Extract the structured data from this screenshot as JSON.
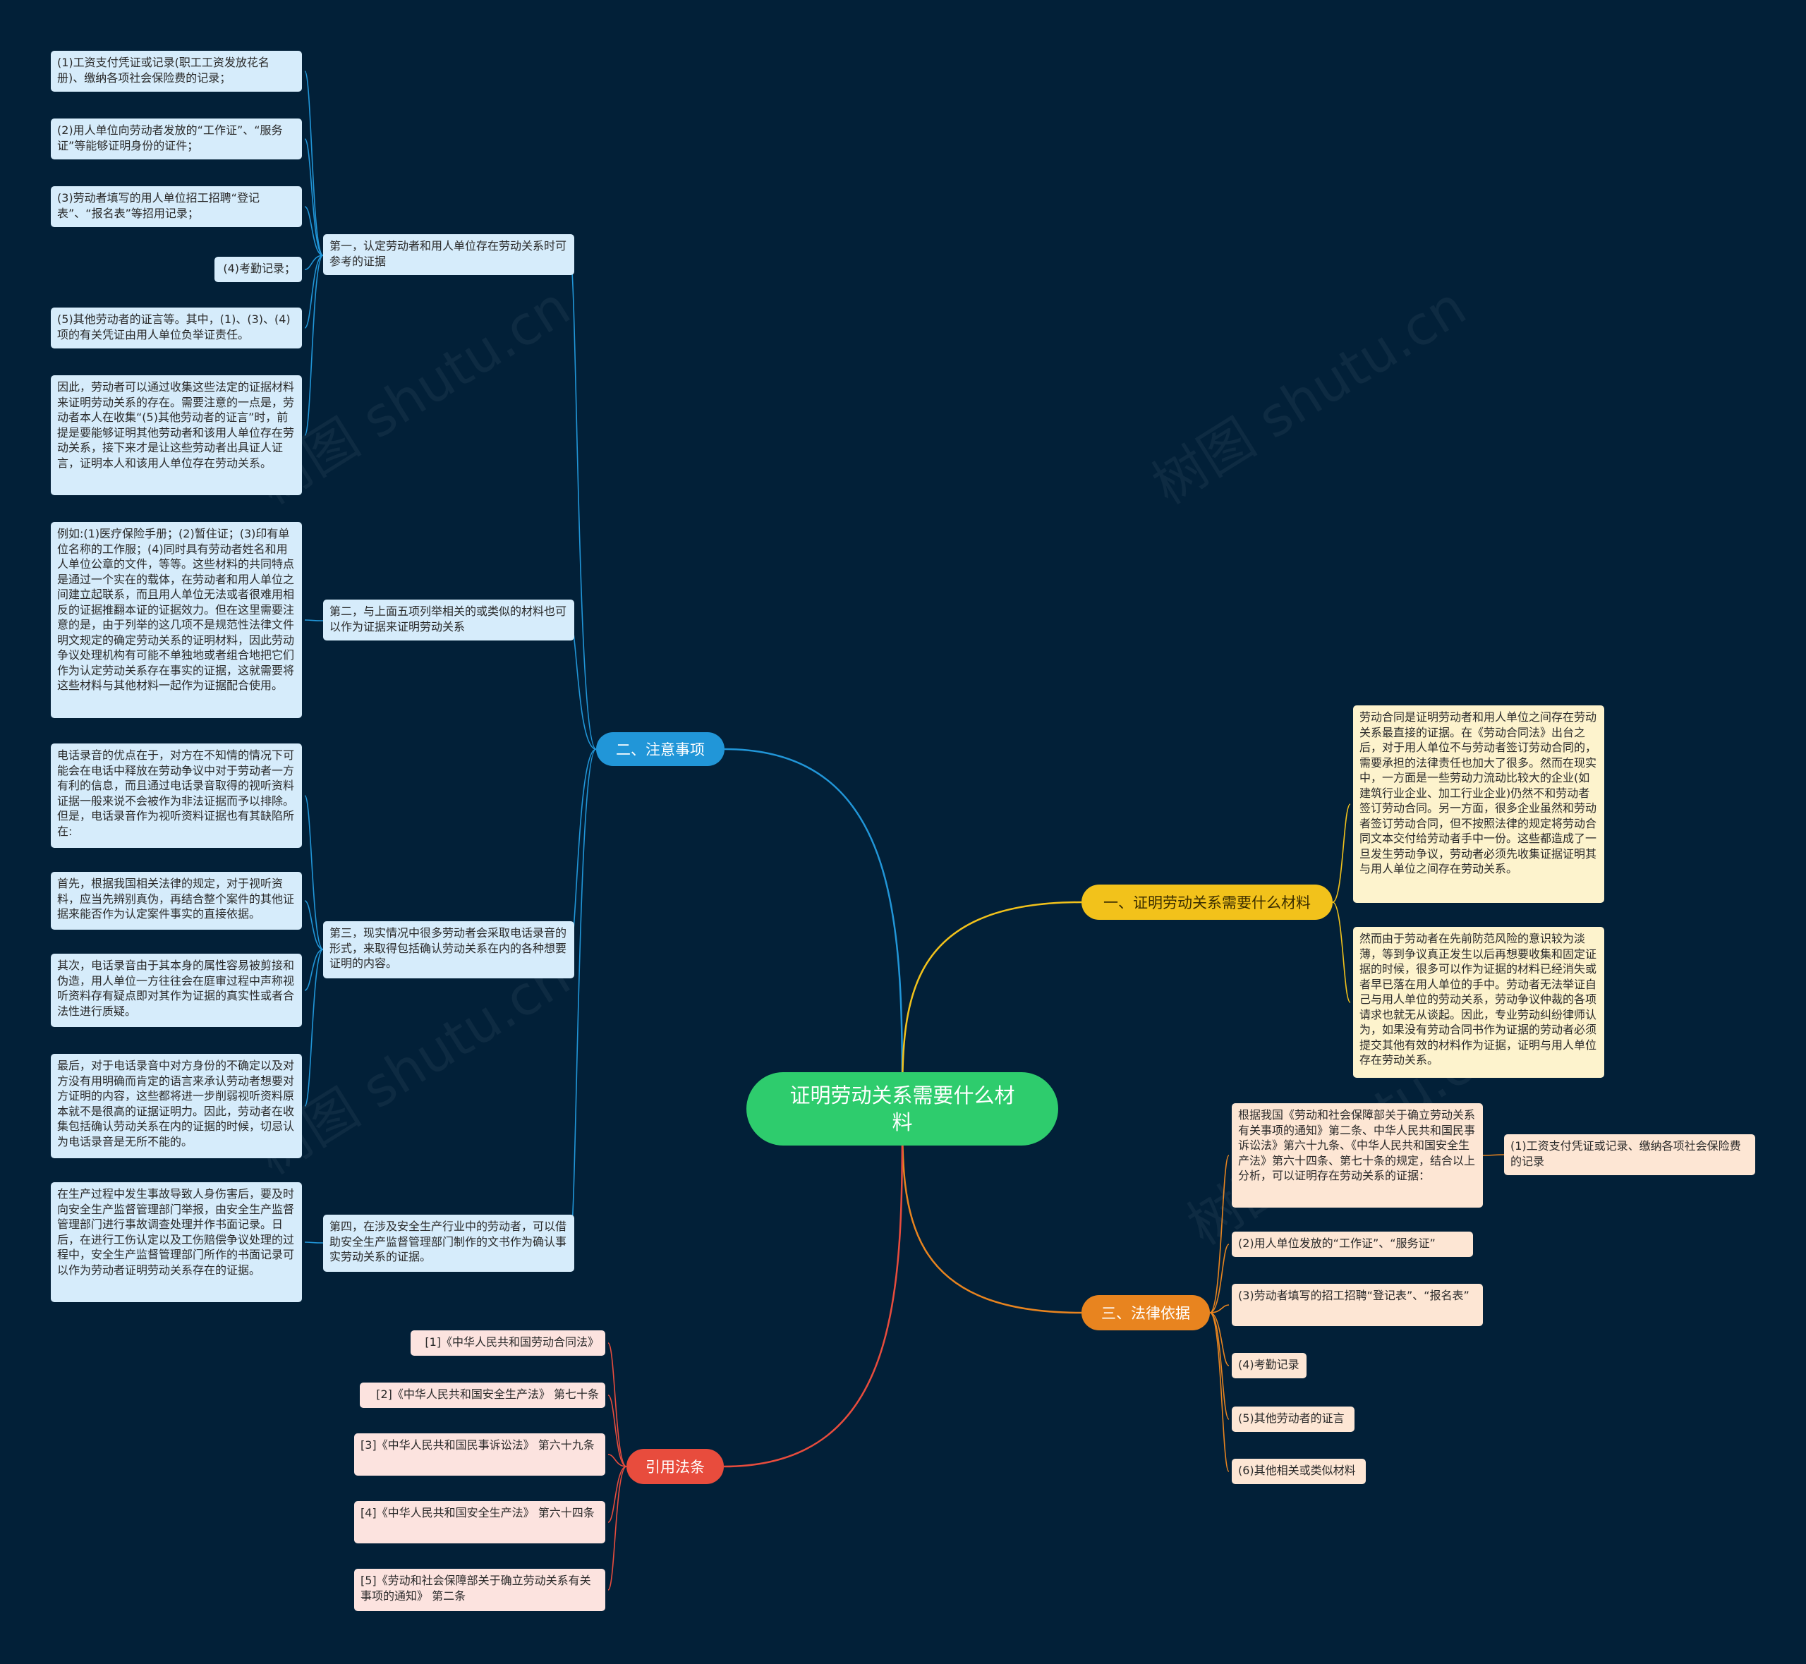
{
  "watermark": "树图 shutu.cn",
  "colors": {
    "background": "#022038",
    "blue": "#2196d8",
    "yellow": "#f2c21b",
    "orange": "#e8841f",
    "red": "#e84c3d",
    "root": "#2ecc6d"
  },
  "root": {
    "label": "证明劳动关系需要什么材料"
  },
  "branches": {
    "b1": {
      "label": "一、证明劳动关系需要什么材料",
      "items": [
        "劳动合同是证明劳动者和用人单位之间存在劳动关系最直接的证据。在《劳动合同法》出台之后，对于用人单位不与劳动者签订劳动合同的，需要承担的法律责任也加大了很多。然而在现实中，一方面是一些劳动力流动比较大的企业(如建筑行业企业、加工行业企业)仍然不和劳动者签订劳动合同。另一方面，很多企业虽然和劳动者签订劳动合同，但不按照法律的规定将劳动合同文本交付给劳动者手中一份。这些都造成了一旦发生劳动争议，劳动者必须先收集证据证明其与用人单位之间存在劳动关系。",
        "然而由于劳动者在先前防范风险的意识较为淡薄，等到争议真正发生以后再想要收集和固定证据的时候，很多可以作为证据的材料已经消失或者早已落在用人单位的手中。劳动者无法举证自己与用人单位的劳动关系，劳动争议仲裁的各项请求也就无从谈起。因此，专业劳动纠纷律师认为，如果没有劳动合同书作为证据的劳动者必须提交其他有效的材料作为证据，证明与用人单位存在劳动关系。"
      ]
    },
    "b2": {
      "label": "二、注意事项",
      "subs": [
        {
          "label": "第一，认定劳动者和用人单位存在劳动关系时可参考的证据",
          "items": [
            "(1)工资支付凭证或记录(职工工资发放花名册)、缴纳各项社会保险费的记录；",
            "(2)用人单位向劳动者发放的“工作证”、“服务证”等能够证明身份的证件；",
            "(3)劳动者填写的用人单位招工招聘“登记表”、“报名表”等招用记录；",
            "(4)考勤记录；",
            "(5)其他劳动者的证言等。其中，(1)、(3)、(4)项的有关凭证由用人单位负举证责任。",
            "因此，劳动者可以通过收集这些法定的证据材料来证明劳动关系的存在。需要注意的一点是，劳动者本人在收集“(5)其他劳动者的证言”时，前提是要能够证明其他劳动者和该用人单位存在劳动关系，接下来才是让这些劳动者出具证人证言，证明本人和该用人单位存在劳动关系。"
          ]
        },
        {
          "label": "第二，与上面五项列举相关的或类似的材料也可以作为证据来证明劳动关系",
          "items": [
            "例如:(1)医疗保险手册；(2)暂住证；(3)印有单位名称的工作服；(4)同时具有劳动者姓名和用人单位公章的文件，等等。这些材料的共同特点是通过一个实在的载体，在劳动者和用人单位之间建立起联系，而且用人单位无法或者很难用相反的证据推翻本证的证据效力。但在这里需要注意的是，由于列举的这几项不是规范性法律文件明文规定的确定劳动关系的证明材料，因此劳动争议处理机构有可能不单独地或者组合地把它们作为认定劳动关系存在事实的证据，这就需要将这些材料与其他材料一起作为证据配合使用。"
          ]
        },
        {
          "label": "第三，现实情况中很多劳动者会采取电话录音的形式，来取得包括确认劳动关系在内的各种想要证明的内容。",
          "items": [
            "电话录音的优点在于，对方在不知情的情况下可能会在电话中释放在劳动争议中对于劳动者一方有利的信息，而且通过电话录音取得的视听资料证据一般来说不会被作为非法证据而予以排除。但是，电话录音作为视听资料证据也有其缺陷所在:",
            "首先，根据我国相关法律的规定，对于视听资料，应当先辨别真伪，再结合整个案件的其他证据来能否作为认定案件事实的直接依据。",
            "其次，电话录音由于其本身的属性容易被剪接和伪造，用人单位一方往往会在庭审过程中声称视听资料存有疑点即对其作为证据的真实性或者合法性进行质疑。",
            "最后，对于电话录音中对方身份的不确定以及对方没有用明确而肯定的语言来承认劳动者想要对方证明的内容，这些都将进一步削弱视听资料原本就不是很高的证据证明力。因此，劳动者在收集包括确认劳动关系在内的证据的时候，切忌认为电话录音是无所不能的。"
          ]
        },
        {
          "label": "第四，在涉及安全生产行业中的劳动者，可以借助安全生产监督管理部门制作的文书作为确认事实劳动关系的证据。",
          "items": [
            "在生产过程中发生事故导致人身伤害后，要及时向安全生产监督管理部门举报，由安全生产监督管理部门进行事故调查处理并作书面记录。日后，在进行工伤认定以及工伤赔偿争议处理的过程中，安全生产监督管理部门所作的书面记录可以作为劳动者证明劳动关系存在的证据。"
          ]
        }
      ]
    },
    "b3": {
      "label": "三、法律依据",
      "intro": "根据我国《劳动和社会保障部关于确立劳动关系有关事项的通知》第二条、中华人民共和国民事诉讼法》第六十九条、《中华人民共和国安全生产法》第六十四条、第七十条的规定，结合以上分析，可以证明存在劳动关系的证据：",
      "intro_child": "(1)工资支付凭证或记录、缴纳各项社会保险费的记录",
      "items": [
        "(2)用人单位发放的“工作证”、“服务证”",
        "(3)劳动者填写的招工招聘“登记表”、“报名表”",
        "(4)考勤记录",
        "(5)其他劳动者的证言",
        "(6)其他相关或类似材料"
      ]
    },
    "b4": {
      "label": "引用法条",
      "items": [
        "[1]《中华人民共和国劳动合同法》",
        "[2]《中华人民共和国安全生产法》 第七十条",
        "[3]《中华人民共和国民事诉讼法》 第六十九条",
        "[4]《中华人民共和国安全生产法》 第六十四条",
        "[5]《劳动和社会保障部关于确立劳动关系有关事项的通知》 第二条"
      ]
    }
  }
}
